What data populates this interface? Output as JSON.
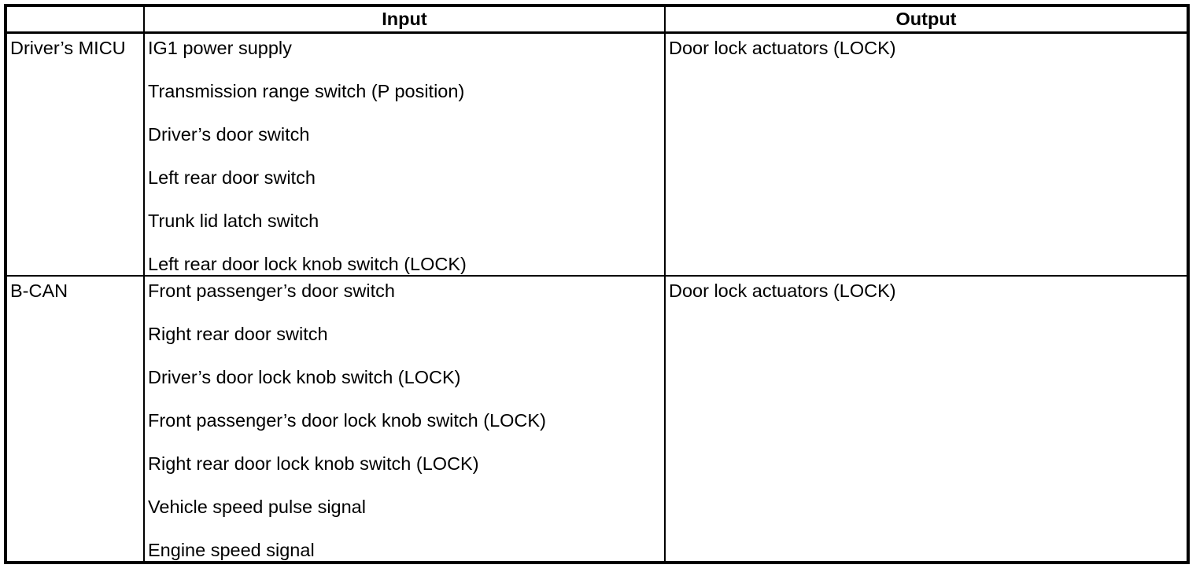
{
  "colors": {
    "border": "#000000",
    "text": "#000000",
    "background": "#ffffff"
  },
  "table": {
    "headers": [
      "",
      "Input",
      "Output"
    ],
    "rows": [
      {
        "source": "Driver’s MICU",
        "inputs": [
          "IG1 power supply",
          "Transmission range switch (P position)",
          "Driver’s door switch",
          "Left rear door switch",
          "Trunk lid latch switch",
          "Left rear door lock knob switch (LOCK)"
        ],
        "output": "Door lock actuators (LOCK)"
      },
      {
        "source": "B-CAN",
        "inputs": [
          "Front passenger’s door switch",
          "Right rear door switch",
          "Driver’s door lock knob switch (LOCK)",
          "Front passenger’s door lock knob switch (LOCK)",
          "Right rear door lock knob switch (LOCK)",
          "Vehicle speed pulse signal",
          "Engine speed signal"
        ],
        "output": "Door lock actuators (LOCK)"
      }
    ]
  }
}
